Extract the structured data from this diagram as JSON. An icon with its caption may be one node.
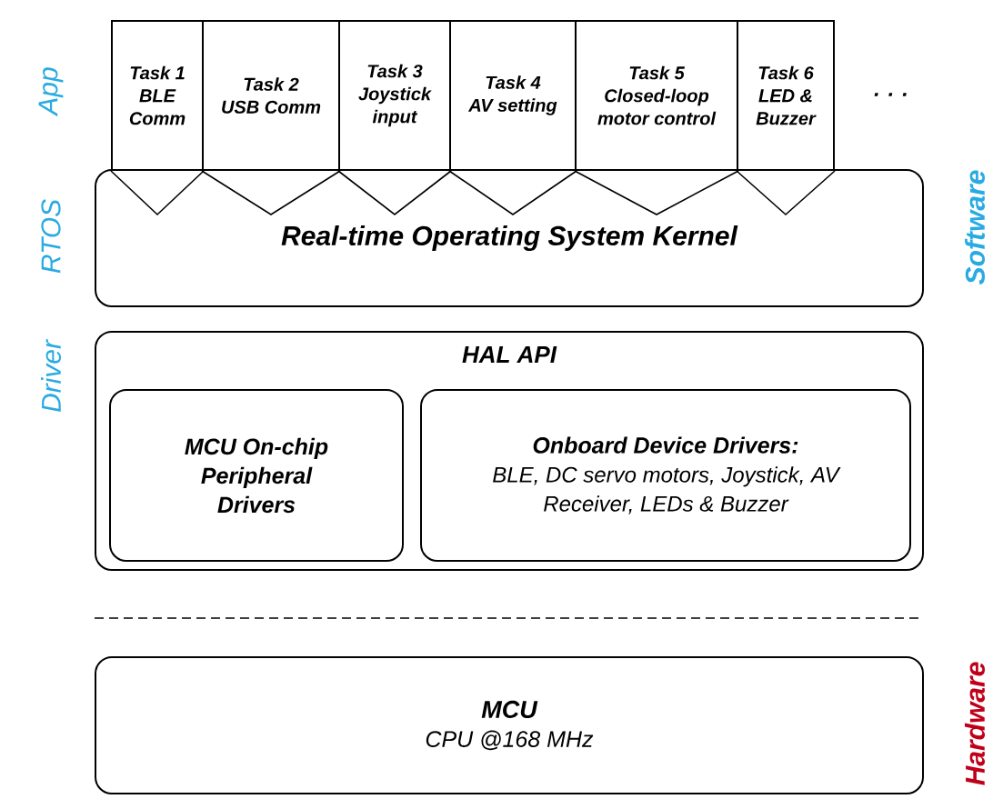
{
  "diagram": {
    "nodes": [
      {
        "text": [
          "Task 1",
          "BLE Comm"
        ]
      },
      {
        "text": [
          "Task 2",
          "USB Comm"
        ]
      },
      {
        "text": [
          "Task 3",
          "Joystick input"
        ]
      },
      {
        "text": [
          "Task 4",
          "AV setting"
        ]
      },
      {
        "text": [
          "Task 5",
          "Closed-loop motor control"
        ]
      },
      {
        "text": [
          "Task 6",
          "LED & Buzzer"
        ]
      },
      {
        "text": [
          "Real-time Operating System Kernel"
        ]
      },
      {
        "text": [
          "HAL API"
        ]
      },
      {
        "text": [
          "MCU On-chip Peripheral Drivers"
        ],
        "in": 7
      },
      {
        "text": [
          "Onboard Device Drivers:",
          "BLE, DC servo motors, Joystick, AV Receiver, LEDs & Buzzer"
        ],
        "in": 7
      },
      {
        "text": [
          "MCU",
          "CPU @168 MHz"
        ]
      }
    ],
    "edges": [
      {
        "from": 0,
        "to": 6,
        "arrow": "none"
      },
      {
        "from": 1,
        "to": 6,
        "arrow": "none"
      },
      {
        "from": 2,
        "to": 6,
        "arrow": "none"
      },
      {
        "from": 3,
        "to": 6,
        "arrow": "none"
      },
      {
        "from": 4,
        "to": 6,
        "arrow": "none"
      },
      {
        "from": 5,
        "to": 6,
        "arrow": "none"
      }
    ],
    "labels": [
      "App",
      "RTOS",
      "Driver",
      "Software",
      "Hardware",
      ". . ."
    ]
  }
}
